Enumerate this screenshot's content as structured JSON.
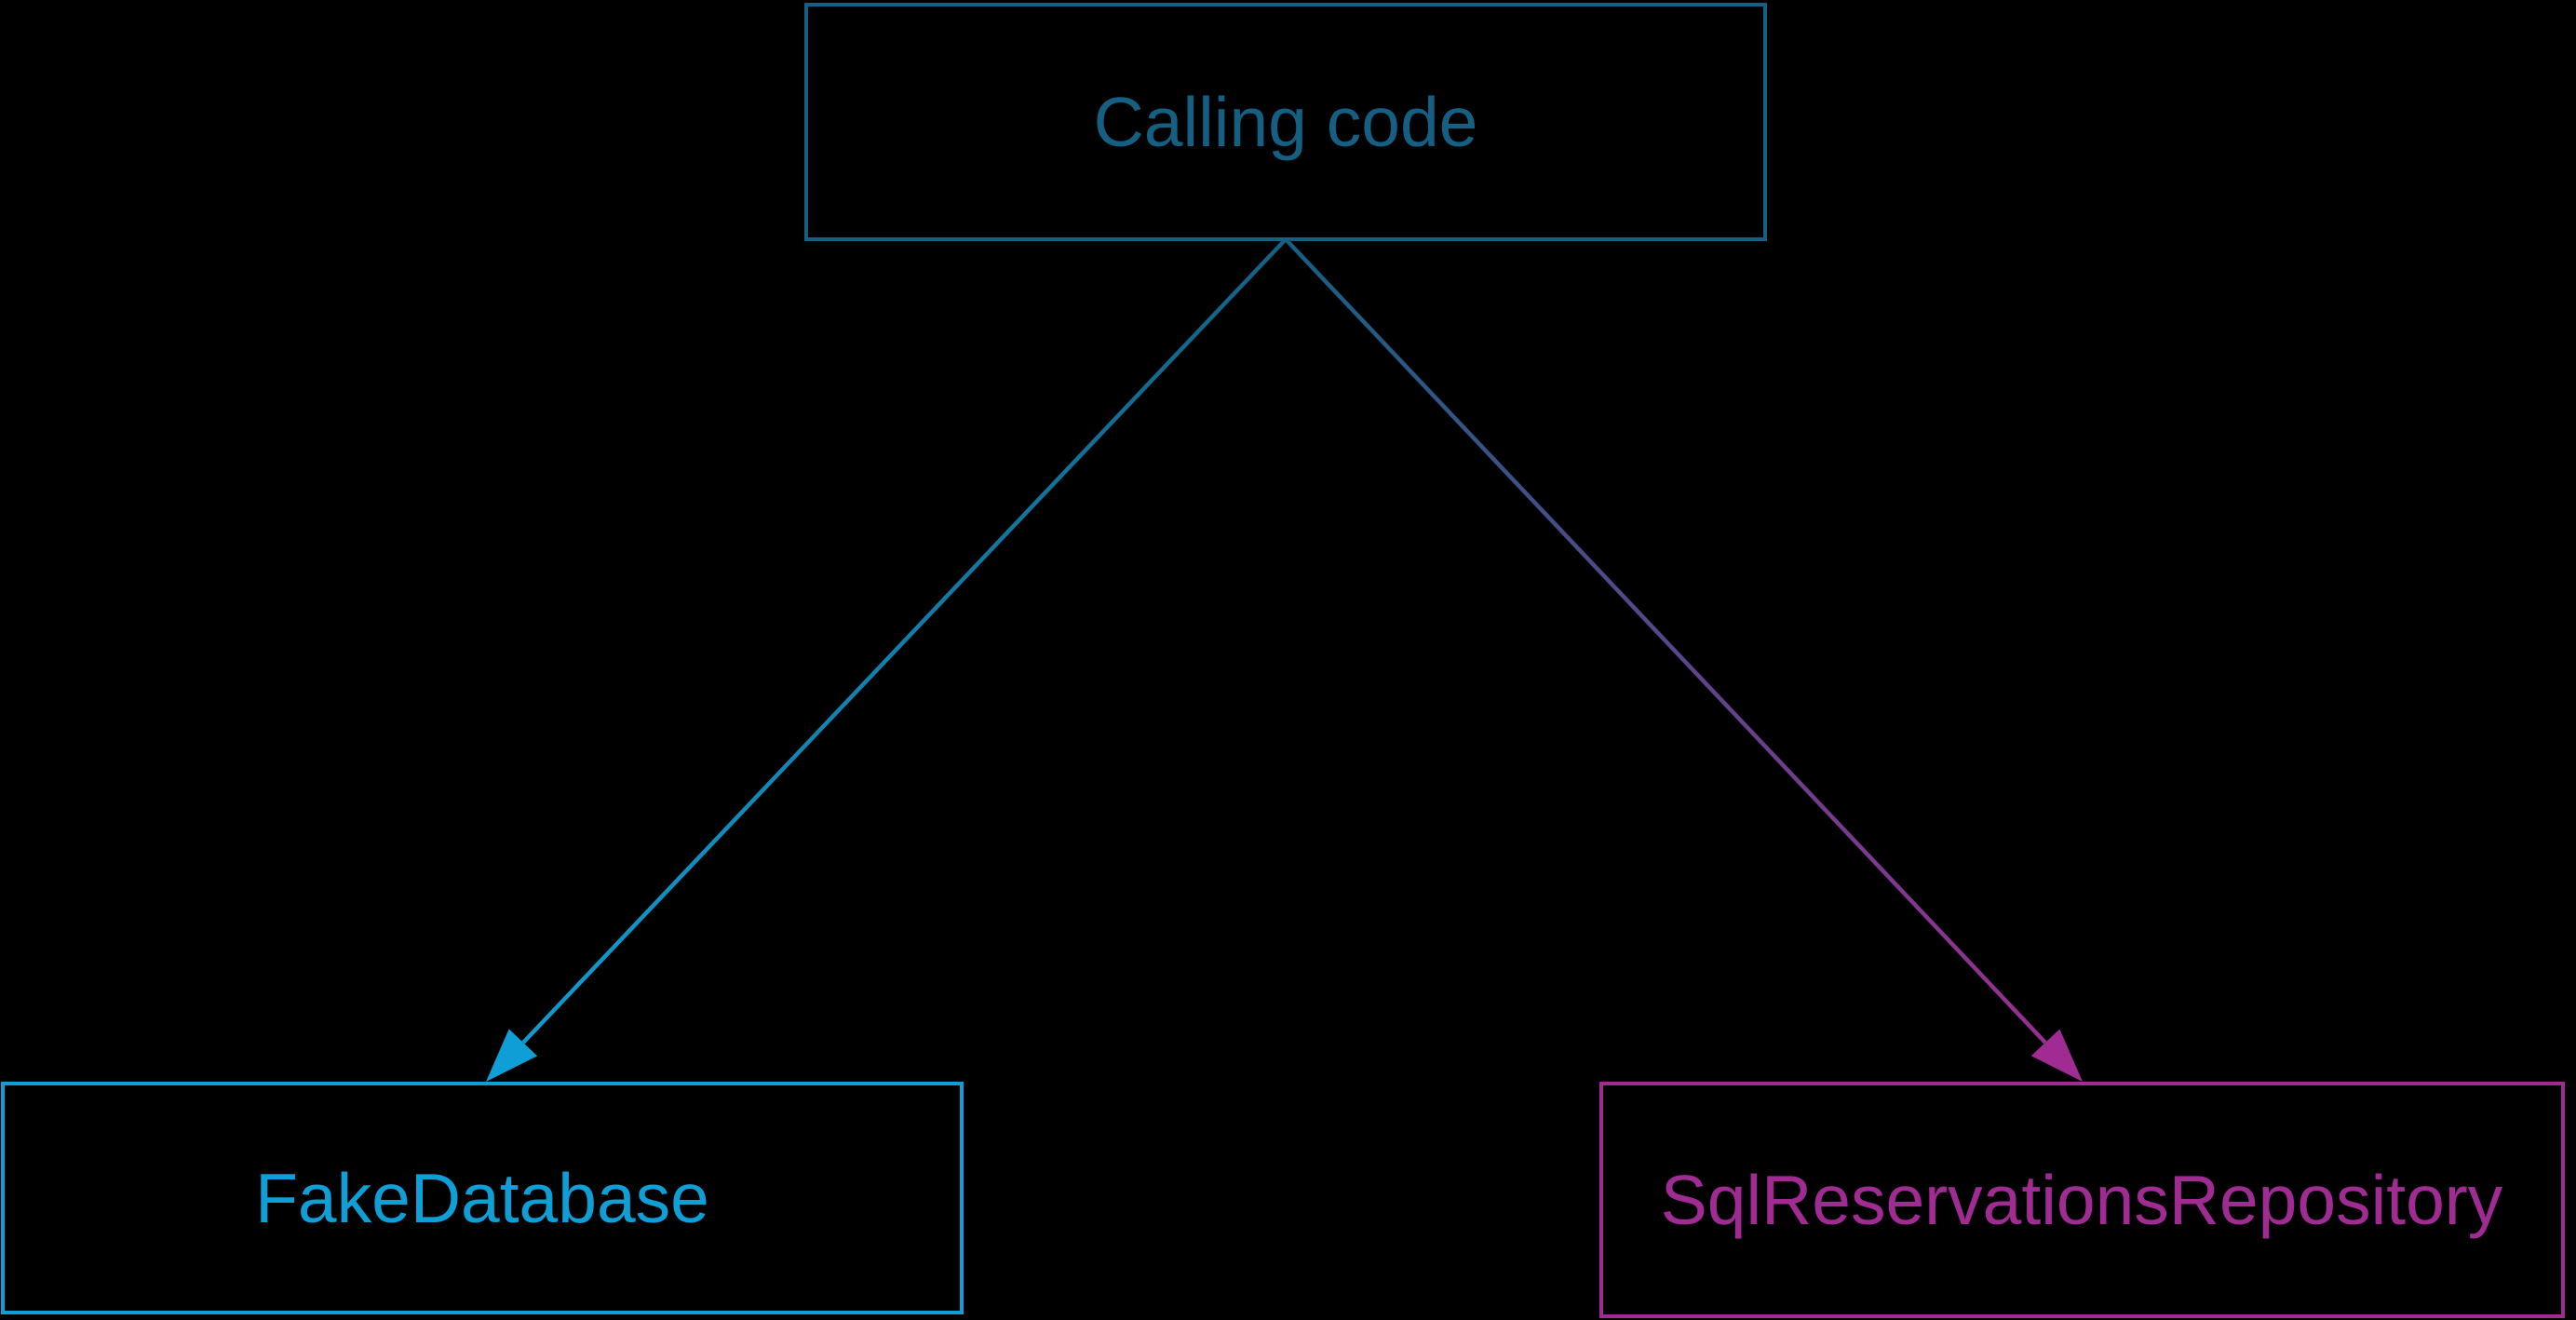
{
  "background": "#000000",
  "nodes": [
    {
      "id": "calling-code",
      "label": "Calling code",
      "color": "#156082"
    },
    {
      "id": "fake-database",
      "label": "FakeDatabase",
      "color": "#0F9ED5"
    },
    {
      "id": "sql-reservations-repository",
      "label": "SqlReservationsRepository",
      "color": "#A02B93"
    }
  ],
  "edges": [
    {
      "from": "calling-code",
      "to": "fake-database",
      "gradient_from": "#156082",
      "gradient_to": "#0F9ED5"
    },
    {
      "from": "calling-code",
      "to": "sql-reservations-repository",
      "gradient_from": "#156082",
      "gradient_to": "#A02B93"
    }
  ]
}
